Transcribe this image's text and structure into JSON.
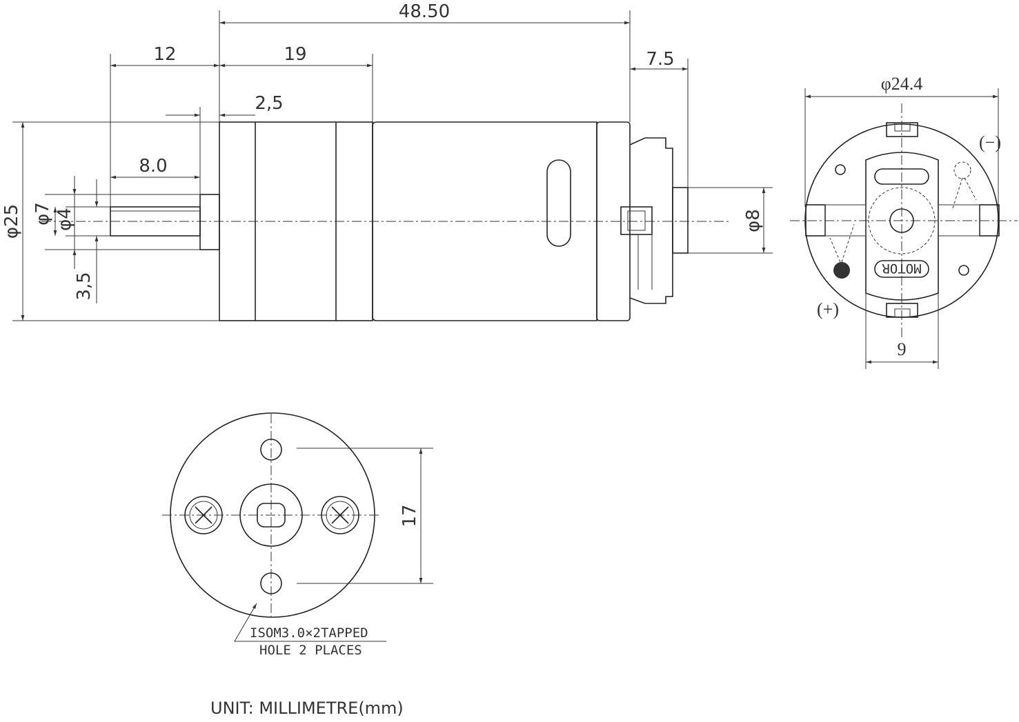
{
  "title": "Geared DC motor dimension drawing",
  "side_view": {
    "overall_length": "48.50",
    "shaft_length": "12",
    "gearbox_length": "19",
    "rear_boss_length": "7.5",
    "boss_length": "2,5",
    "flat_length": "8.0",
    "body_diameter": "φ25",
    "boss_diameter": "φ7",
    "shaft_diameter": "φ4",
    "flat_depth": "3,5",
    "rear_bearing_diameter": "φ8"
  },
  "rear_view": {
    "diameter": "φ24.4",
    "negative_terminal": "(−)",
    "positive_terminal": "(+)",
    "terminal_width": "9",
    "label": "MOTOR"
  },
  "front_view": {
    "hole_spacing": "17",
    "note_line1": "ISOM3.0×2TAPPED",
    "note_line2": "HOLE 2 PLACES"
  },
  "unit_note": "UNIT: MILLIMETRE(mm)"
}
